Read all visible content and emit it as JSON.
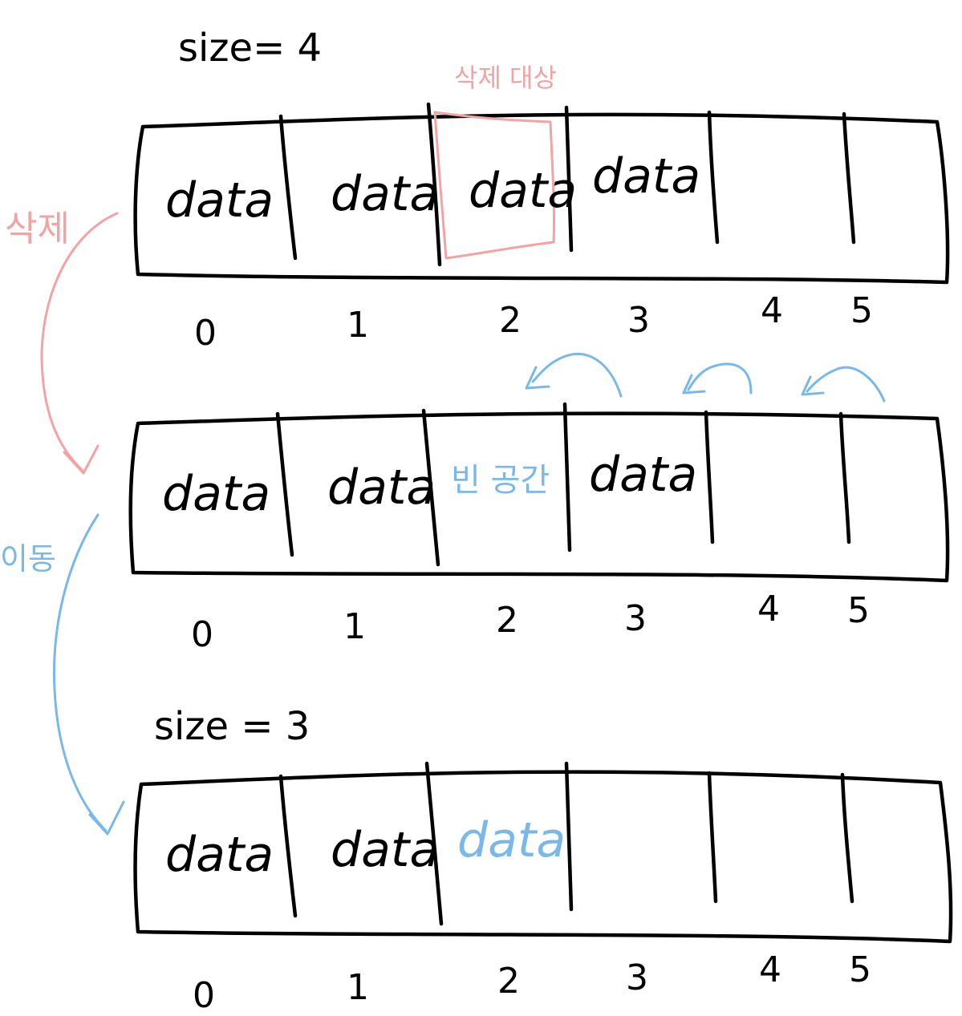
{
  "diagram": {
    "step1": {
      "size_label": "size= 4",
      "target_label": "삭제 대상",
      "cells": [
        "data",
        "data",
        "data",
        "data",
        "",
        ""
      ],
      "indices": [
        "0",
        "1",
        "2",
        "3",
        "4",
        "5"
      ]
    },
    "step2": {
      "cells": [
        "data",
        "data",
        "빈 공간",
        "data",
        "",
        ""
      ],
      "indices": [
        "0",
        "1",
        "2",
        "3",
        "4",
        "5"
      ]
    },
    "step3": {
      "size_label": "size = 3",
      "cells": [
        "data",
        "data",
        "data",
        "",
        "",
        ""
      ],
      "indices": [
        "0",
        "1",
        "2",
        "3",
        "4",
        "5"
      ]
    },
    "delete_label": "삭제",
    "move_label": "이동",
    "colors": {
      "ink": "#000000",
      "delete": "#f2a3a3",
      "move": "#7ab8ea"
    }
  }
}
